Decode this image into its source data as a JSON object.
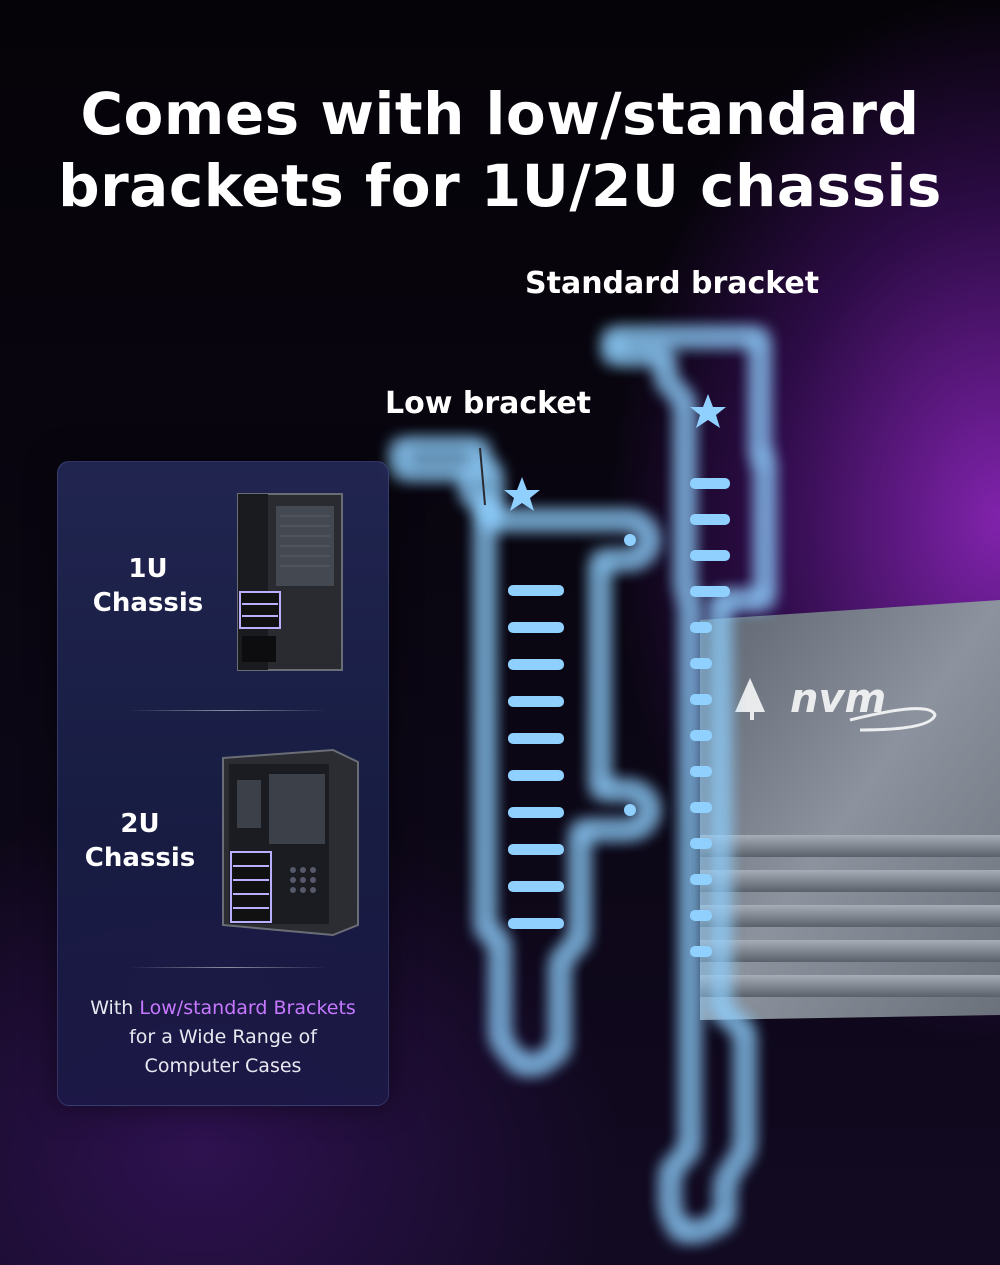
{
  "headline": {
    "line1": "Comes with low/standard",
    "line2": "brackets for 1U/2U chassis"
  },
  "labels": {
    "standard": "Standard bracket",
    "low": "Low bracket"
  },
  "panel": {
    "chassis_1u": {
      "line1": "1U",
      "line2": "Chassis"
    },
    "chassis_2u": {
      "line1": "2U",
      "line2": "Chassis"
    },
    "caption": {
      "prefix": "With ",
      "highlight": "Low/standard Brackets",
      "line2": "for a Wide Range of",
      "line3": "Computer Cases"
    }
  },
  "card": {
    "brand_text": "nvm"
  },
  "colors": {
    "accent_purple": "#c678ff",
    "glow_blue": "#8fd0ff",
    "bracket": "#1a1b20"
  }
}
